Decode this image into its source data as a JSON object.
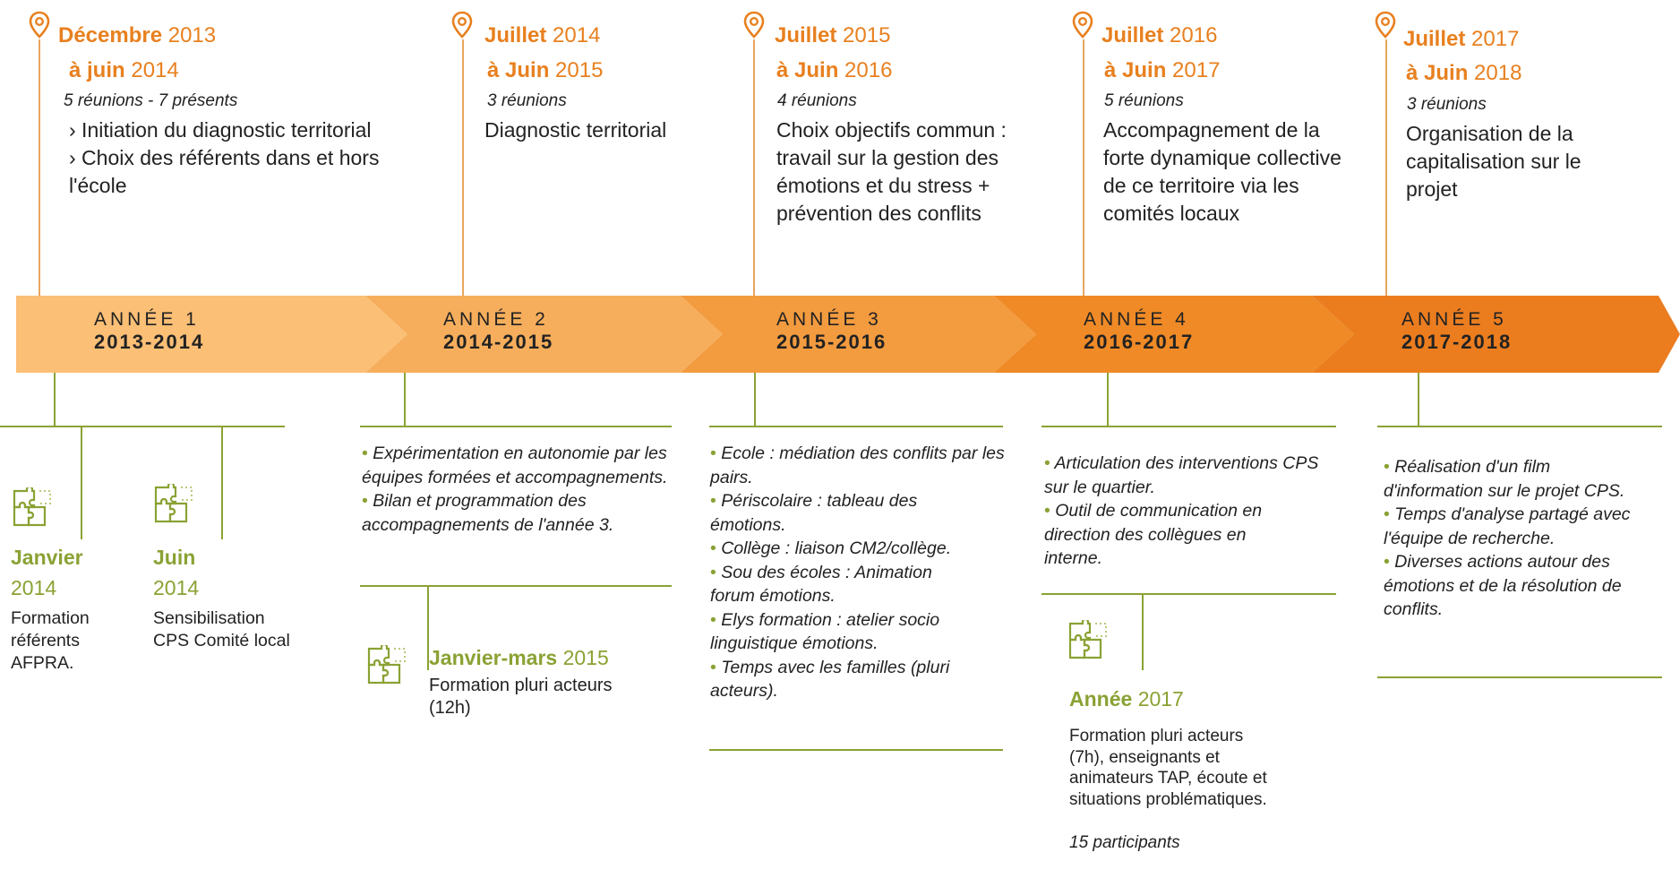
{
  "top_events": [
    {
      "l1_bold": "Décembre",
      "l1_rest": "2013",
      "l2_bold": "à juin",
      "l2_rest": "2014",
      "meta": "5 réunions - 7 présents",
      "desc": [
        "› Initiation du diagnostic territorial",
        "› Choix des référents dans et hors l'école"
      ]
    },
    {
      "l1_bold": "Juillet",
      "l1_rest": "2014",
      "l2_bold": "à Juin",
      "l2_rest": "2015",
      "meta": "3 réunions",
      "desc": [
        "Diagnostic territorial"
      ]
    },
    {
      "l1_bold": "Juillet",
      "l1_rest": "2015",
      "l2_bold": "à Juin",
      "l2_rest": "2016",
      "meta": "4 réunions",
      "desc": [
        "Choix objectifs commun : travail sur la gestion des émotions et du stress + prévention des conflits"
      ]
    },
    {
      "l1_bold": "Juillet",
      "l1_rest": "2016",
      "l2_bold": "à Juin",
      "l2_rest": "2017",
      "meta": "5 réunions",
      "desc": [
        "Accompagnement de la forte dynamique collective de ce territoire via les comités locaux"
      ]
    },
    {
      "l1_bold": "Juillet",
      "l1_rest": "2017",
      "l2_bold": "à Juin",
      "l2_rest": "2018",
      "meta": "3 réunions",
      "desc": [
        "Organisation de la capitalisation sur le projet"
      ]
    }
  ],
  "years": [
    {
      "label": "ANNÉE 1",
      "range": "2013-2014"
    },
    {
      "label": "ANNÉE 2",
      "range": "2014-2015"
    },
    {
      "label": "ANNÉE 3",
      "range": "2015-2016"
    },
    {
      "label": "ANNÉE 4",
      "range": "2016-2017"
    },
    {
      "label": "ANNÉE 5",
      "range": "2017-2018"
    }
  ],
  "year1_trainings": [
    {
      "month": "Janvier",
      "year": "2014",
      "desc": "Formation référents AFPRA."
    },
    {
      "month": "Juin",
      "year": "2014",
      "desc": "Sensibilisation CPS Comité local"
    }
  ],
  "year2": {
    "bullets": [
      "Expérimentation en autonomie par les équipes formées et accompagnements.",
      "Bilan et programmation des accompagnements de l'année 3."
    ],
    "training": {
      "bold": "Janvier-mars",
      "rest": "2015",
      "desc": "Formation pluri acteurs (12h)"
    }
  },
  "year3": {
    "bullets": [
      "Ecole : médiation des conflits par les pairs.",
      "Périscolaire : tableau des émotions.",
      "Collège : liaison CM2/collège.",
      "Sou des écoles : Animation forum émotions.",
      "Elys formation : atelier socio linguistique émotions.",
      "Temps avec les familles (pluri acteurs)."
    ]
  },
  "year4": {
    "bullets": [
      "Articulation des interventions CPS sur le quartier.",
      "Outil de communication en direction des collègues en interne."
    ],
    "training": {
      "bold": "Année",
      "rest": "2017",
      "desc": "Formation pluri acteurs (7h), enseignants et animateurs TAP, écoute et situations problématiques.",
      "participants": "15 participants"
    }
  },
  "year5": {
    "bullets": [
      "Réalisation d'un film d'information sur le projet CPS.",
      "Temps d'analyse partagé avec l'équipe de recherche.",
      "Diverses actions autour des émotions et de la résolution de conflits."
    ]
  },
  "colors": {
    "accent_orange": "#e8801f",
    "accent_green": "#8aa234",
    "arrow_1": "#fbbf76",
    "arrow_2": "#f6ae5c",
    "arrow_3": "#f39b3f",
    "arrow_4": "#ef8a26",
    "arrow_5": "#eb7d1f"
  },
  "icons": {
    "pin": "location-pin-icon",
    "puzzle": "puzzle-icon"
  }
}
